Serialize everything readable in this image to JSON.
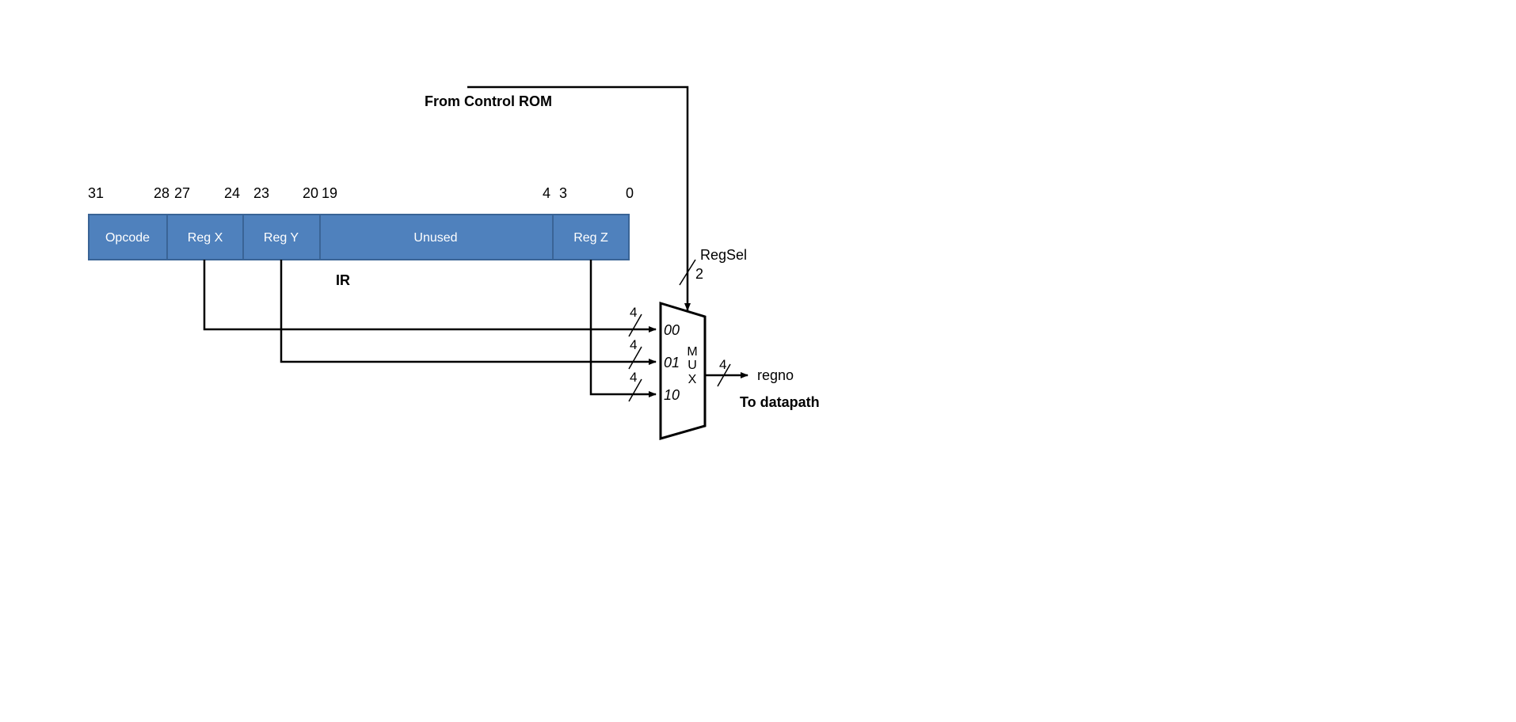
{
  "register": {
    "name": "IR",
    "fill_color": "#4f81bd",
    "border_color": "#3a6496",
    "fields": [
      {
        "label": "Opcode"
      },
      {
        "label": "Reg X"
      },
      {
        "label": "Reg Y"
      },
      {
        "label": "Unused"
      },
      {
        "label": "Reg Z"
      }
    ],
    "bit_numbers": [
      "31",
      "28",
      "27",
      "24",
      "23",
      "20",
      "19",
      "4",
      "3",
      "0"
    ]
  },
  "control": {
    "source_label": "From Control ROM",
    "select_label": "RegSel",
    "select_width": "2"
  },
  "mux": {
    "letters": [
      "M",
      "U",
      "X"
    ],
    "inputs": [
      "00",
      "01",
      "10"
    ],
    "input_width": "4",
    "output_width": "4",
    "output_label": "regno",
    "output_destination": "To datapath"
  }
}
